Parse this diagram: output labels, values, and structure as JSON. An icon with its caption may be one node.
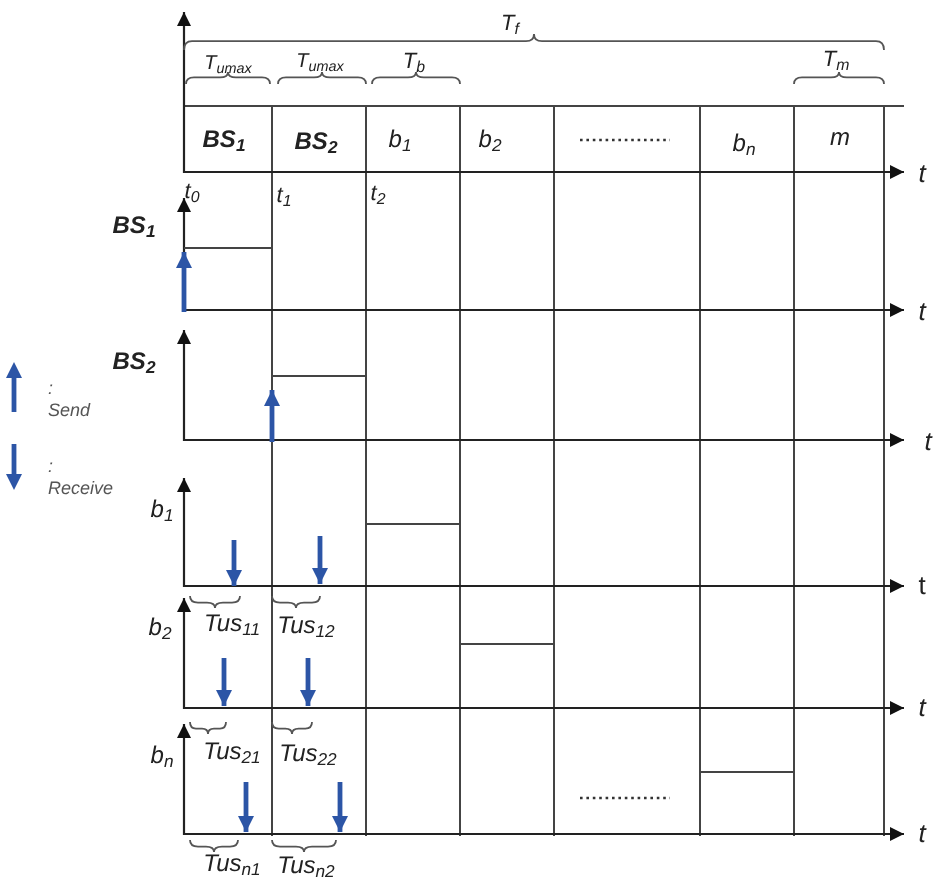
{
  "diagram": {
    "labels": [
      "T$_{f}$",
      "T$_{umax}$",
      "T$_{umax}$",
      "T$_{b}$",
      "T$_{m}$",
      "BS$_{1}$",
      "BS$_{2}$",
      "b$_{1}$",
      "b$_{2}$",
      "b$_{n}$",
      "m",
      "t",
      "t$_{0}$",
      "t$_{1}$",
      "t$_{2}$",
      "BS$_{1}$",
      "t",
      "BS$_{2}$",
      "t",
      "b$_{1}$",
      "t",
      "b$_{2}$",
      "Tus$_{11}$",
      "Tus$_{12}$",
      "t",
      "b$_{n}$",
      "Tus$_{21}$",
      "Tus$_{22}$",
      "t",
      "Tus$_{n1}$",
      "Tus$_{n2}$"
    ],
    "legend": [
      {
        "text": ": Send"
      },
      {
        "text": ": Receive"
      }
    ]
  }
}
